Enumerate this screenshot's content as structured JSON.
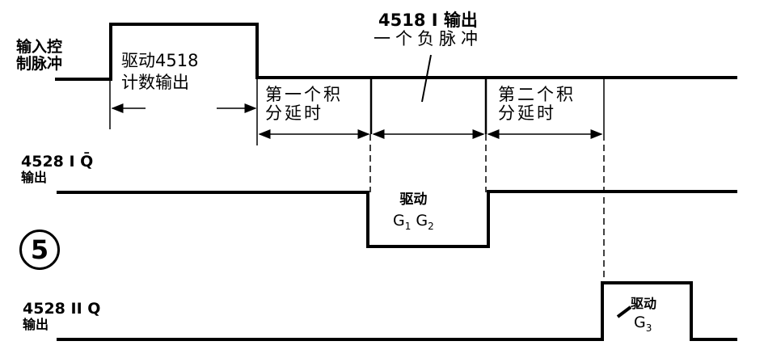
{
  "figure_number": "5",
  "signals": [
    {
      "label_line1": "输入控",
      "label_line2": "制脉冲"
    },
    {
      "label_line1": "4528 I Q̄",
      "label_line2": "输出"
    },
    {
      "label_line1": "4528 II Q",
      "label_line2": "输出"
    }
  ],
  "annotations": {
    "drive_4518_line1": "驱动4518",
    "drive_4518_line2": "计数输出",
    "pulse_4518_line1": "4518 I 输出",
    "pulse_4518_line2": "一个负脉冲",
    "first_delay_line1": "第一个积",
    "first_delay_line2": "分延时",
    "second_delay_line1": "第二个积",
    "second_delay_line2": "分延时",
    "drive_g1g2_line1": "驱动",
    "drive_g1g2_g1": "G",
    "drive_g1g2_g1_sub": "1",
    "drive_g1g2_g2": "G",
    "drive_g1g2_g2_sub": "2",
    "drive_g3_line1": "驱动",
    "drive_g3_g": "G",
    "drive_g3_sub": "3"
  },
  "colors": {
    "line": "#000000",
    "background": "#ffffff"
  }
}
